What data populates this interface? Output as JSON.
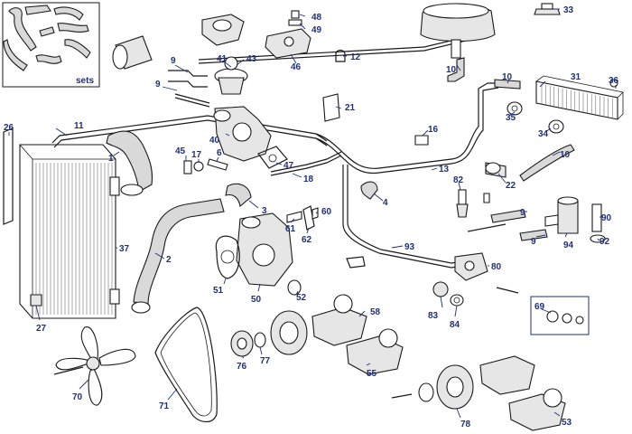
{
  "diagram": {
    "inset_label": "sets",
    "part_numbers": {
      "n1": "1",
      "n2": "2",
      "n3": "3",
      "n4": "4",
      "n6": "6",
      "n9a": "9",
      "n9b": "9",
      "n9c": "9",
      "n9d": "9",
      "n10a": "10",
      "n10b": "10",
      "n10c": "10",
      "n11": "11",
      "n12": "12",
      "n13": "13",
      "n16": "16",
      "n17": "17",
      "n18": "18",
      "n21": "21",
      "n22": "22",
      "n26": "26",
      "n27": "27",
      "n31": "31",
      "n33": "33",
      "n34": "34",
      "n35": "35",
      "n36": "36",
      "n37": "37",
      "n40": "40",
      "n41": "41",
      "n43": "43",
      "n45": "45",
      "n46": "46",
      "n47": "47",
      "n48": "48",
      "n49": "49",
      "n50": "50",
      "n51": "51",
      "n52": "52",
      "n53": "53",
      "n55": "55",
      "n58": "58",
      "n60": "60",
      "n61": "61",
      "n62": "62",
      "n69": "69",
      "n70": "70",
      "n71": "71",
      "n76": "76",
      "n77": "77",
      "n78": "78",
      "n80": "80",
      "n82": "82",
      "n83": "83",
      "n84": "84",
      "n90": "90",
      "n92": "92",
      "n93": "93",
      "n94": "94"
    }
  }
}
